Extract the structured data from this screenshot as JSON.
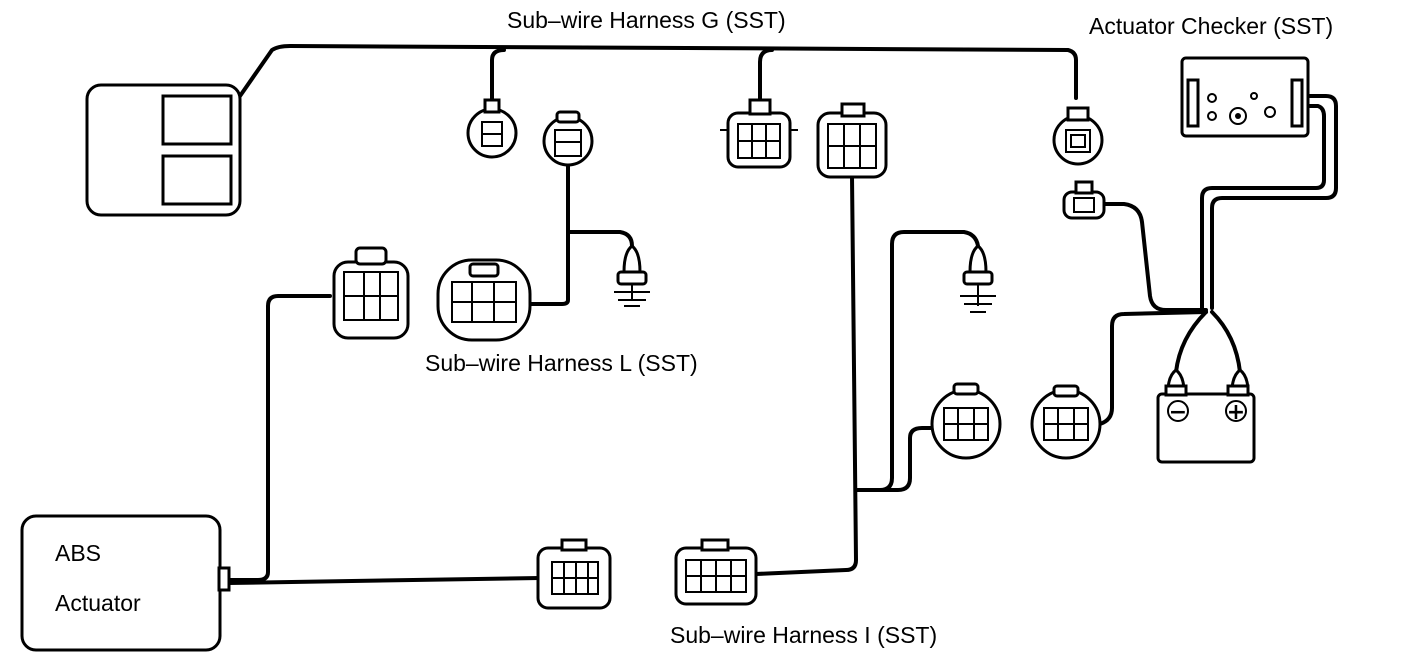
{
  "labels": {
    "harness_g": "Sub–wire Harness G (SST)",
    "actuator_checker": "Actuator Checker (SST)",
    "harness_l": "Sub–wire Harness L (SST)",
    "harness_i": "Sub–wire Harness I (SST)",
    "abs_line1": "ABS",
    "abs_line2": "Actuator"
  },
  "battery": {
    "minus": "−",
    "plus": "+"
  }
}
